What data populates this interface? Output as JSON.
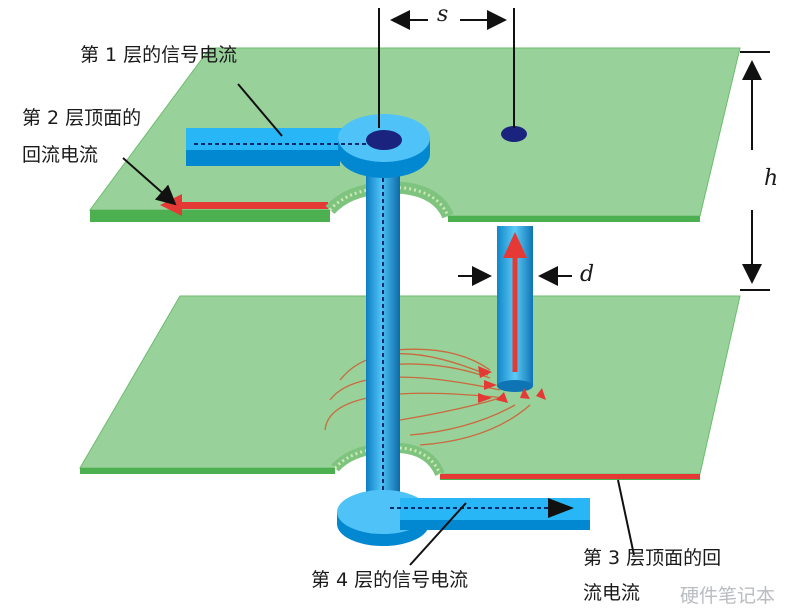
{
  "labels": {
    "layer1_signal": "第 1 层的信号电流",
    "layer2_return_line1": "第 2 层顶面的",
    "layer2_return_line2": "回流电流",
    "layer4_signal": "第 4 层的信号电流",
    "layer3_return_line1": "第 3 层顶面的回",
    "layer3_return_line2": "流电流"
  },
  "dimensions": {
    "spacing": "s",
    "height": "h",
    "diameter": "d"
  },
  "watermark": "硬件笔记本",
  "colors": {
    "plane_fill": "#98d29a",
    "plane_edge": "#4caf50",
    "trace": "#29b6f6",
    "trace_dark": "#0288d1",
    "via": "#1e9fe0",
    "return_current": "#e53935",
    "field_line": "#c96a3f",
    "via_pad": "#1a237e"
  }
}
